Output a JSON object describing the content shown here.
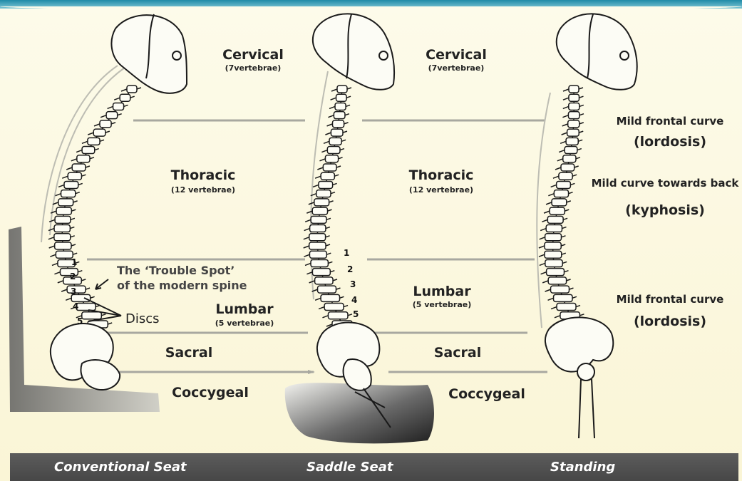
{
  "panels": [
    {
      "caption": "Conventional Seat"
    },
    {
      "caption": "Saddle Seat"
    },
    {
      "caption": "Standing"
    }
  ],
  "regions": {
    "cervical": {
      "name": "Cervical",
      "count": "(7vertebrae)"
    },
    "thoracic": {
      "name": "Thoracic",
      "count": "(12 vertebrae)"
    },
    "lumbar": {
      "name": "Lumbar",
      "count": "(5 vertebrae)"
    },
    "sacral": {
      "name": "Sacral"
    },
    "coccygeal": {
      "name": "Coccygeal"
    }
  },
  "annotations": {
    "trouble_line1": "The ‘Trouble Spot’",
    "trouble_line2": "of the modern spine",
    "discs": "Discs",
    "disc_numbers": [
      "1",
      "2",
      "3",
      "4",
      "5"
    ]
  },
  "standing_notes": {
    "cervical_curve": "Mild frontal curve",
    "cervical_term": "(lordosis)",
    "thoracic_curve": "Mild curve towards back",
    "thoracic_term": "(kyphosis)",
    "lumbar_curve": "Mild frontal curve",
    "lumbar_term": "(lordosis)"
  },
  "colors": {
    "top_band": "#1f8aa7",
    "background": "#fbf7dd",
    "footer": "#4f4f4f",
    "divider": "#a8a8a0",
    "bone_outline": "#1a1a1a"
  }
}
